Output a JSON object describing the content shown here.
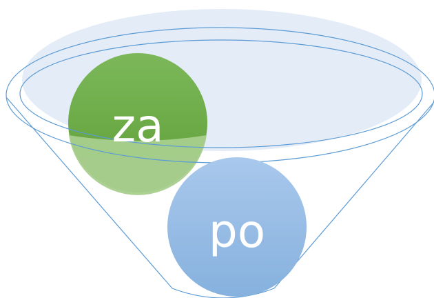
{
  "diagram": {
    "type": "funnel",
    "circles": [
      {
        "id": "za",
        "label": "za",
        "color": "#6aa842"
      },
      {
        "id": "po",
        "label": "po",
        "color": "#8fb8e2"
      }
    ],
    "colors": {
      "funnel_outline": "#5b9bd5",
      "funnel_top_fill": "#e4ecf7"
    }
  }
}
